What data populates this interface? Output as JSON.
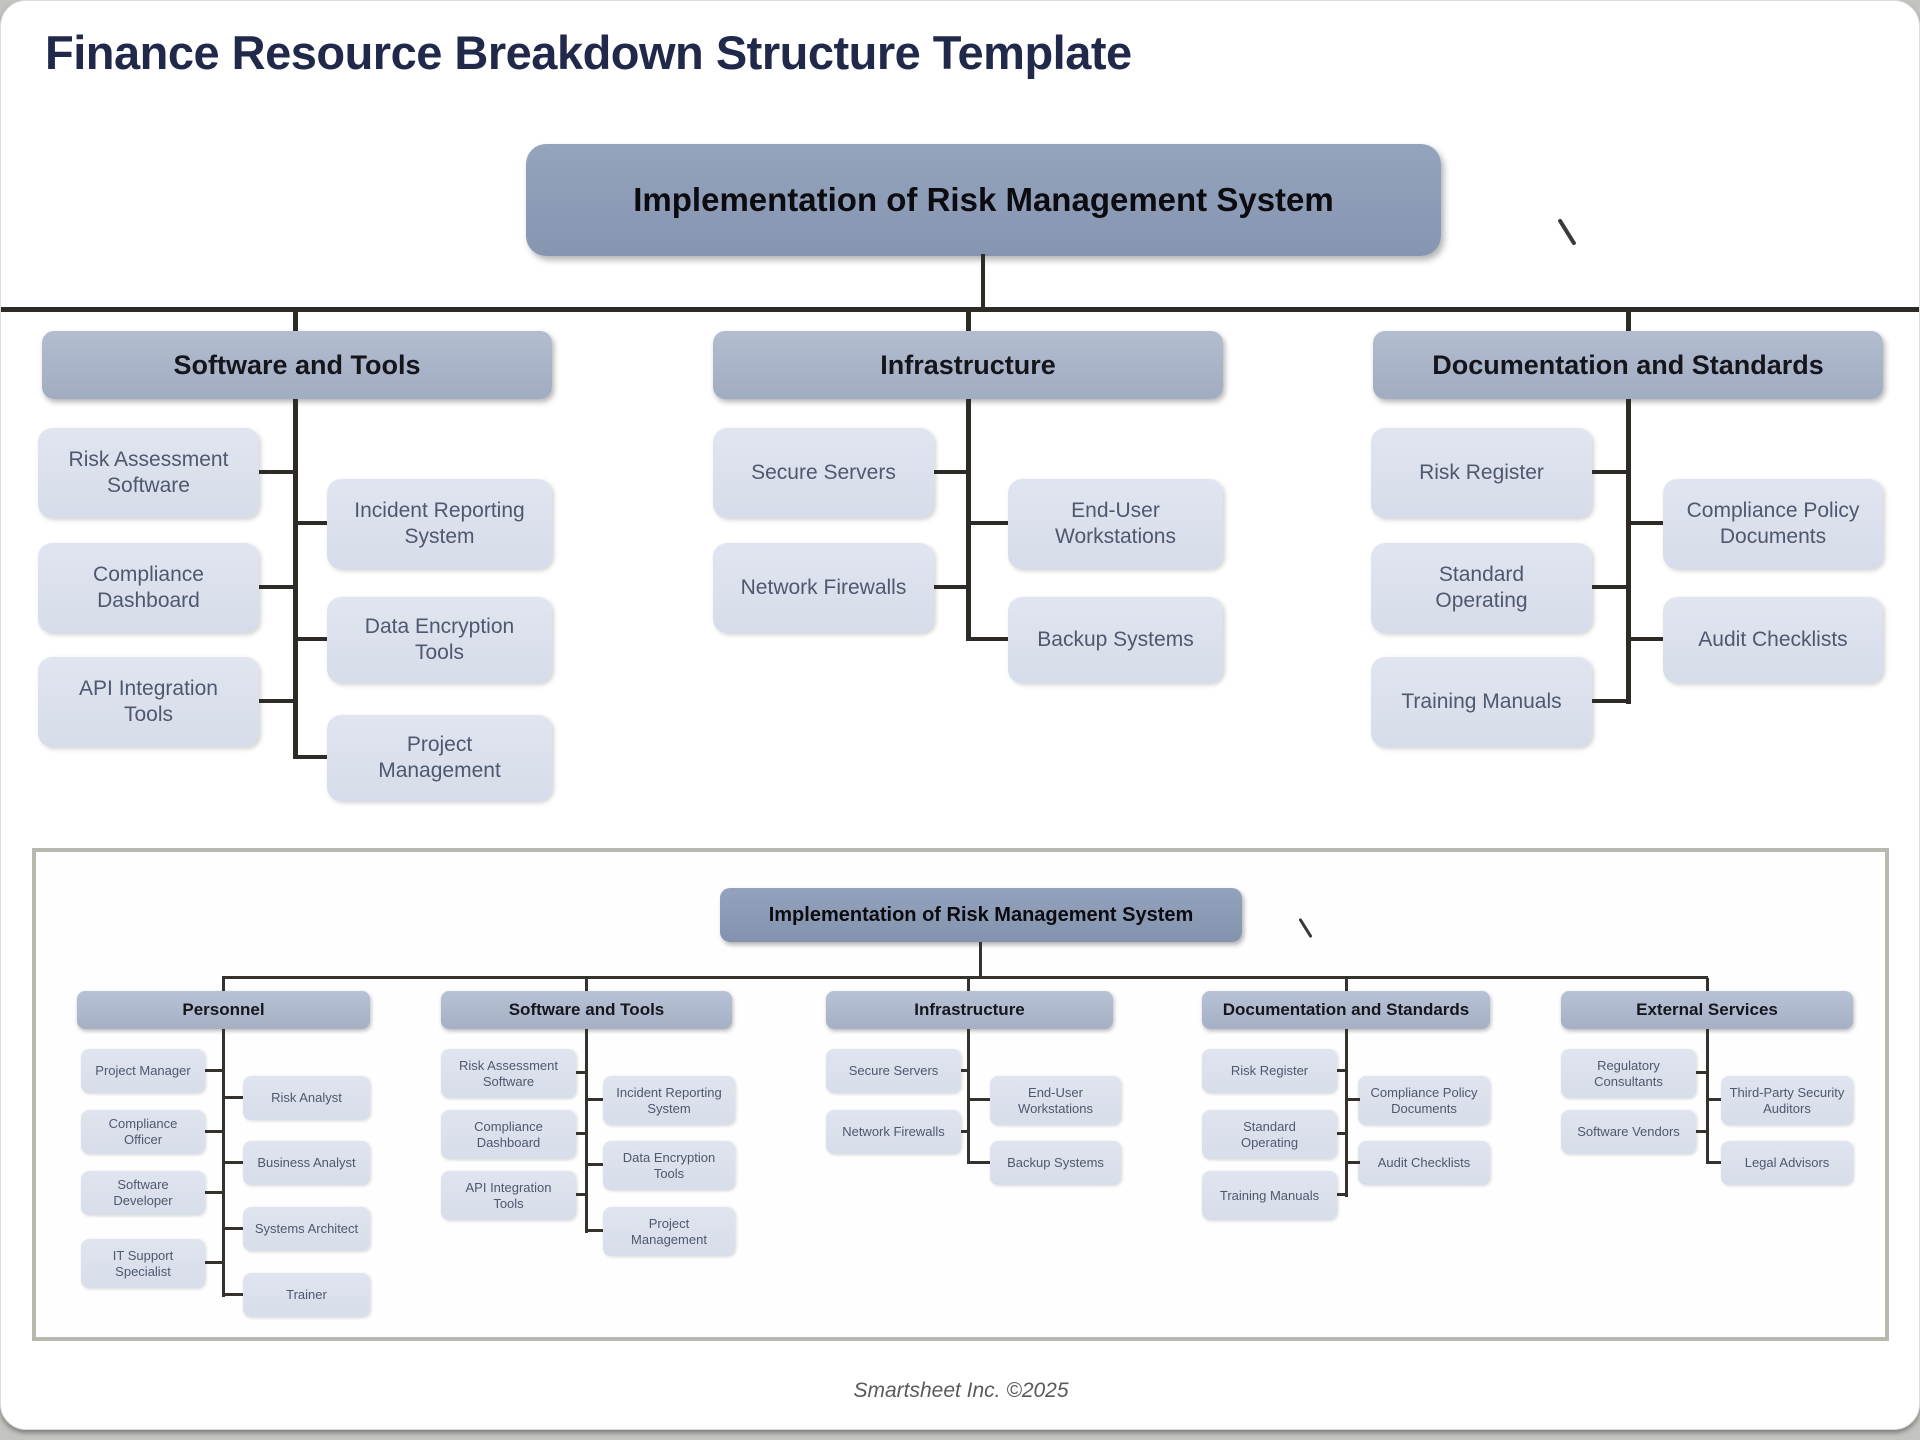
{
  "page": {
    "title": "Finance Resource Breakdown Structure Template",
    "footer": "Smartsheet Inc. ©2025"
  },
  "colors": {
    "title_text": "#20294a",
    "root_fill": "#8c9cb7",
    "branch_header_fill": "#a9b4c8",
    "child_fill": "#dbe0ec",
    "connector_line": "#2e2b27"
  },
  "main_chart": {
    "root": "Implementation of Risk Management System",
    "branches": [
      {
        "label": "Software and Tools",
        "left": [
          "Risk Assessment\nSoftware",
          "Compliance\nDashboard",
          "API Integration\nTools"
        ],
        "right": [
          "Incident Reporting\nSystem",
          "Data Encryption\nTools",
          "Project\nManagement"
        ]
      },
      {
        "label": "Infrastructure",
        "left": [
          "Secure Servers",
          "Network Firewalls"
        ],
        "right": [
          "End-User\nWorkstations",
          "Backup Systems"
        ]
      },
      {
        "label": "Documentation and Standards",
        "left": [
          "Risk Register",
          "Standard\nOperating",
          "Training Manuals"
        ],
        "right": [
          "Compliance Policy\nDocuments",
          "Audit Checklists"
        ]
      }
    ]
  },
  "detail_chart": {
    "root": "Implementation of Risk Management System",
    "branches": [
      {
        "label": "Personnel",
        "left": [
          "Project Manager",
          "Compliance\nOfficer",
          "Software\nDeveloper",
          "IT Support\nSpecialist"
        ],
        "right": [
          "Risk Analyst",
          "Business Analyst",
          "Systems Architect",
          "Trainer"
        ]
      },
      {
        "label": "Software and Tools",
        "left": [
          "Risk Assessment\nSoftware",
          "Compliance\nDashboard",
          "API Integration\nTools"
        ],
        "right": [
          "Incident Reporting\nSystem",
          "Data Encryption\nTools",
          "Project\nManagement"
        ]
      },
      {
        "label": "Infrastructure",
        "left": [
          "Secure Servers",
          "Network Firewalls"
        ],
        "right": [
          "End-User\nWorkstations",
          "Backup Systems"
        ]
      },
      {
        "label": "Documentation and Standards",
        "left": [
          "Risk Register",
          "Standard\nOperating",
          "Training Manuals"
        ],
        "right": [
          "Compliance Policy\nDocuments",
          "Audit Checklists"
        ]
      },
      {
        "label": "External Services",
        "left": [
          "Regulatory\nConsultants",
          "Software Vendors"
        ],
        "right": [
          "Third-Party Security\nAuditors",
          "Legal Advisors"
        ]
      }
    ]
  }
}
